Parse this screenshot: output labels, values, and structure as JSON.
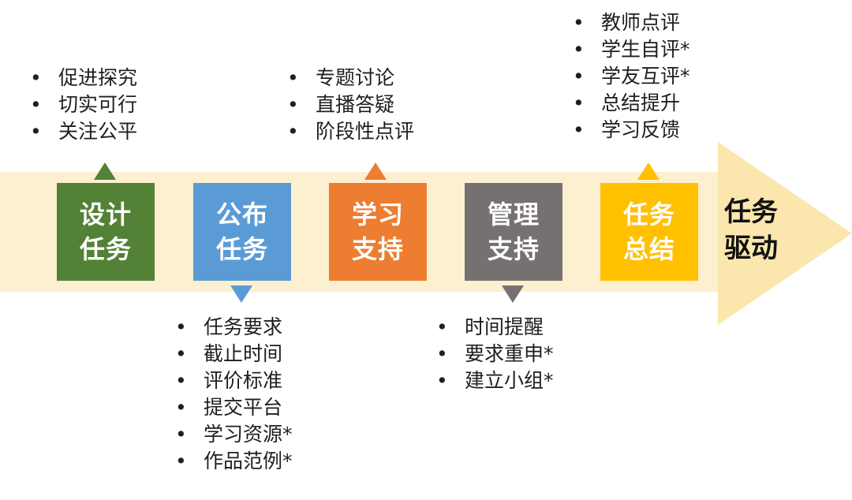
{
  "colors": {
    "band": "#fdf0d0",
    "arrow_head": "#fbe6ad",
    "stage1": "#538135",
    "stage2": "#5b9bd5",
    "stage3": "#ed7d31",
    "stage4": "#767171",
    "stage5": "#ffc000"
  },
  "goal": {
    "line1": "任务",
    "line2": "驱动"
  },
  "stages": [
    {
      "line1": "设计",
      "line2": "任务",
      "pointer": "up",
      "bullets": [
        "促进探究",
        "切实可行",
        "关注公平"
      ]
    },
    {
      "line1": "公布",
      "line2": "任务",
      "pointer": "down",
      "bullets": [
        "任务要求",
        "截止时间",
        "评价标准",
        "提交平台",
        "学习资源*",
        "作品范例*"
      ]
    },
    {
      "line1": "学习",
      "line2": "支持",
      "pointer": "up",
      "bullets": [
        "专题讨论",
        "直播答疑",
        "阶段性点评"
      ]
    },
    {
      "line1": "管理",
      "line2": "支持",
      "pointer": "down",
      "bullets": [
        "时间提醒",
        "要求重申*",
        "建立小组*"
      ]
    },
    {
      "line1": "任务",
      "line2": "总结",
      "pointer": "up",
      "bullets": [
        "教师点评",
        "学生自评*",
        "学友互评*",
        "总结提升",
        "学习反馈"
      ]
    }
  ],
  "bullet_glyph": "•"
}
